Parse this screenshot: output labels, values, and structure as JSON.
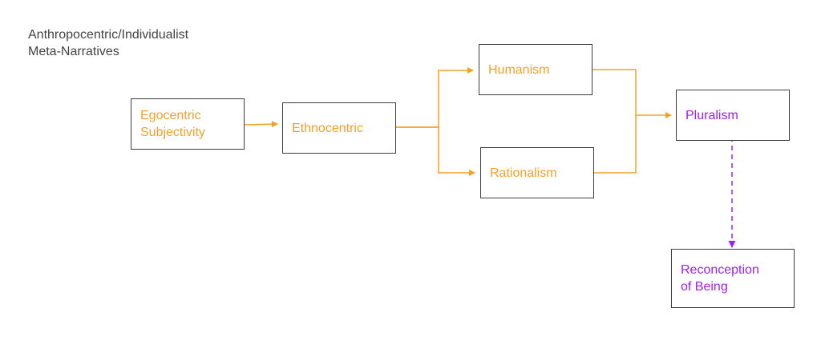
{
  "title": {
    "line1": "Anthropocentric/Individualist",
    "line2": "Meta-Narratives"
  },
  "nodes": {
    "egocentric": {
      "line1": "Egocentric",
      "line2": "Subjectivity"
    },
    "ethnocentric": {
      "label": "Ethnocentric"
    },
    "humanism": {
      "label": "Humanism"
    },
    "rationalism": {
      "label": "Rationalism"
    },
    "pluralism": {
      "label": "Pluralism"
    },
    "reconception": {
      "line1": "Reconception",
      "line2": "of Being"
    }
  },
  "colors": {
    "orange": "#f5a028",
    "purple": "#a020f0",
    "border": "#3c3c3c",
    "title": "#434343"
  }
}
